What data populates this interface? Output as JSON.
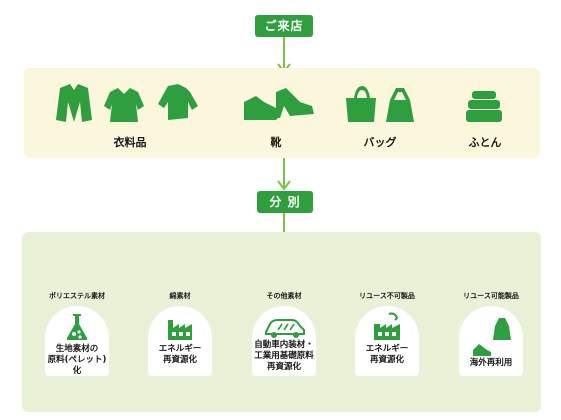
{
  "header": {
    "store_label": "ご来店"
  },
  "items": [
    {
      "id": "clothing",
      "label": "衣料品",
      "icon": "clothing-icon"
    },
    {
      "id": "shoes",
      "label": "靴",
      "icon": "shoes-icon"
    },
    {
      "id": "bags",
      "label": "バッグ",
      "icon": "bag-icon"
    },
    {
      "id": "futon",
      "label": "ふとん",
      "icon": "futon-icon"
    }
  ],
  "sorting": {
    "label": "分 別"
  },
  "destinations": [
    {
      "category": "ポリエステル素材",
      "result": "生地素材の\n原料(ペレット)化",
      "icon": "flask-icon"
    },
    {
      "category": "綿素材",
      "result": "エネルギー\n再資源化",
      "icon": "factory-icon"
    },
    {
      "category": "その他素材",
      "result": "自動車内装材・\n工業用基礎原料\n再資源化",
      "icon": "car-icon"
    },
    {
      "category": "リユース不可製品",
      "result": "エネルギー\n再資源化",
      "icon": "factory-recycle-icon"
    },
    {
      "category": "リユース可能製品",
      "result": "海外再利用",
      "icon": "reuse-goods-icon"
    }
  ],
  "colors": {
    "accent": "#2e9e3e",
    "arrow": "#7cc242",
    "top_panel": "#fbf7dd",
    "bottom_panel": "#e9f1d6"
  }
}
